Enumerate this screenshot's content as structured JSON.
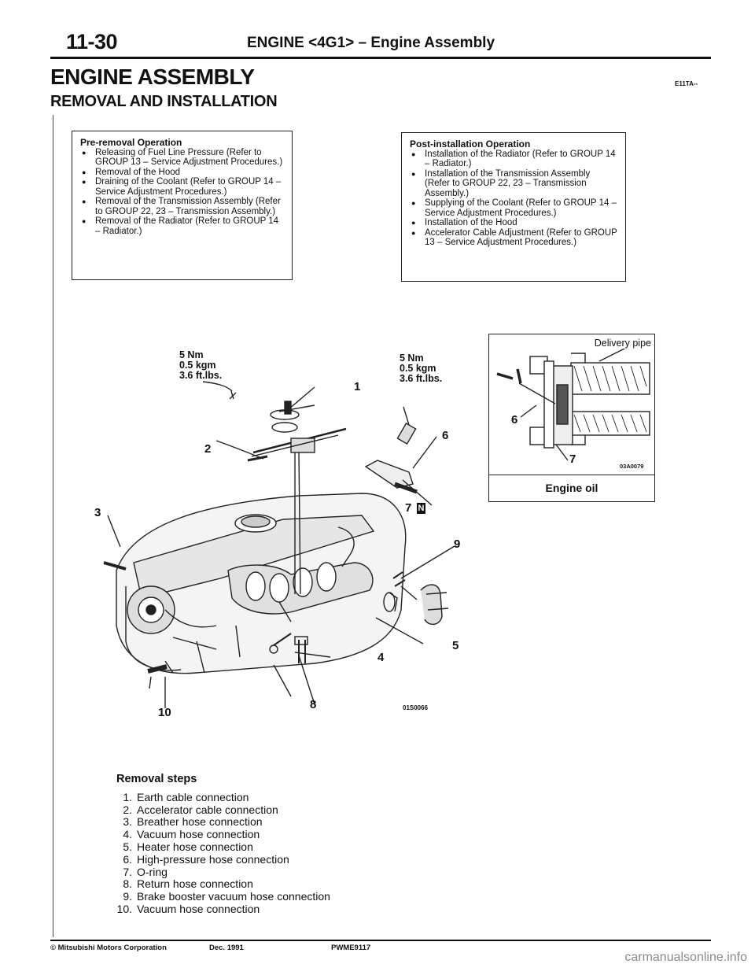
{
  "header": {
    "page_number": "11-30",
    "section_title": "ENGINE <4G1> – Engine Assembly"
  },
  "title": "ENGINE ASSEMBLY",
  "section_code": "E11TA--",
  "subtitle": "REMOVAL AND INSTALLATION",
  "pre_removal": {
    "title": "Pre-removal Operation",
    "items": [
      "Releasing of Fuel Line Pressure (Refer to GROUP 13 – Service Adjustment Procedures.)",
      "Removal of the Hood",
      "Draining of the Coolant (Refer to GROUP 14 – Service Adjustment Procedures.)",
      "Removal of the Transmission Assembly (Refer to GROUP 22, 23 – Transmission Assembly.)",
      "Removal of the Radiator (Refer to GROUP 14 – Radiator.)"
    ]
  },
  "post_installation": {
    "title": "Post-installation Operation",
    "items": [
      "Installation of the Radiator (Refer to GROUP 14 – Radiator.)",
      "Installation of the Transmission Assembly (Refer to GROUP 22, 23 – Transmission Assembly.)",
      "Supplying of the Coolant (Refer to GROUP 14 – Service Adjustment Procedures.)",
      "Installation of the Hood",
      "Accelerator Cable Adjustment (Refer to GROUP 13 – Service Adjustment Procedures.)"
    ]
  },
  "figure": {
    "torque_left": "5 Nm\n0.5 kgm\n3.6 ft.lbs.",
    "torque_right": "5 Nm\n0.5 kgm\n3.6 ft.lbs.",
    "callouts": {
      "c1": "1",
      "c2": "2",
      "c3": "3",
      "c4": "4",
      "c5": "5",
      "c6": "6",
      "c7": "7",
      "c7_mark": "N",
      "c8": "8",
      "c9": "9",
      "c10": "10"
    },
    "ref_code": "01S0066"
  },
  "inset": {
    "delivery_pipe": "Delivery pipe",
    "callout_6": "6",
    "callout_7": "7",
    "ref_code": "03A0079",
    "caption": "Engine oil"
  },
  "removal_steps": {
    "title": "Removal steps",
    "items": [
      {
        "n": "1.",
        "text": "Earth cable connection"
      },
      {
        "n": "2.",
        "text": "Accelerator cable connection"
      },
      {
        "n": "3.",
        "text": "Breather hose connection"
      },
      {
        "n": "4.",
        "text": "Vacuum hose connection"
      },
      {
        "n": "5.",
        "text": "Heater hose connection"
      },
      {
        "n": "6.",
        "text": "High-pressure hose connection"
      },
      {
        "n": "7.",
        "text": "O-ring"
      },
      {
        "n": "8.",
        "text": "Return hose connection"
      },
      {
        "n": "9.",
        "text": "Brake booster vacuum hose connection"
      },
      {
        "n": "10.",
        "text": "Vacuum hose connection"
      }
    ]
  },
  "footer": {
    "copyright": "© Mitsubishi Motors Corporation",
    "date": "Dec. 1991",
    "code": "PWME9117"
  },
  "watermark": "carmanualsonline.info"
}
